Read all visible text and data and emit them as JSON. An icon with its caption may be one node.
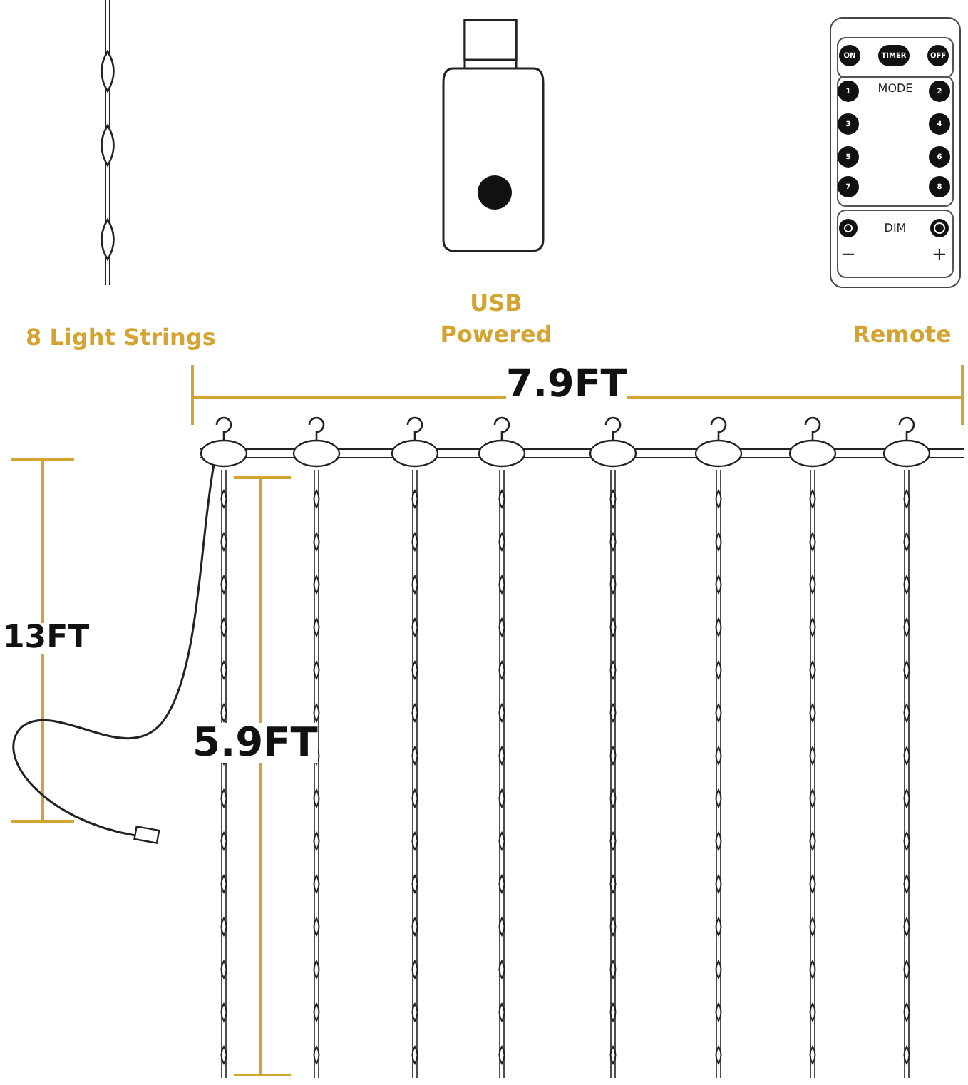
{
  "diagram": {
    "labels": [
      "ON",
      "TIMER",
      "OFF",
      "MODE",
      "1",
      "2",
      "3",
      "4",
      "5",
      "6",
      "7",
      "8",
      "DIM",
      "−",
      "+",
      "USB Powered",
      "8 Light Strings",
      "Remote",
      "7.9FT",
      "13FT",
      "5.9FT"
    ]
  }
}
